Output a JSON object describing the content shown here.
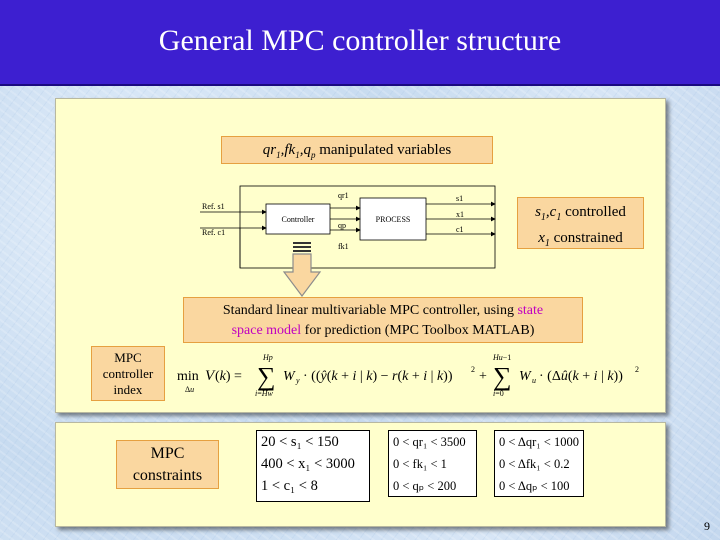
{
  "slide": {
    "title": "General MPC controller structure",
    "page_number": "9"
  },
  "boxes": {
    "manipulated": {
      "text": " manipulated variables"
    },
    "controlled": {
      "line1": " controlled",
      "line2": " constrained"
    },
    "standard": {
      "before": "Standard linear multivariable MPC controller, using ",
      "highlight1": "state",
      "highlight2": "space model",
      "after": " for prediction (MPC Toolbox MATLAB)"
    },
    "index": {
      "line1": "MPC",
      "line2": "controller",
      "line3": "index"
    },
    "constraints": {
      "line1": "MPC",
      "line2": "constraints"
    }
  },
  "diagram": {
    "controller_label": "Controller",
    "process_label": "PROCESS",
    "ref_s1": "Ref. s1",
    "ref_c1": "Ref. c1",
    "sig_qr1": "qr1",
    "sig_qp": "qp",
    "sig_fk1": "fk1",
    "out_s1": "s1",
    "out_x1": "x1",
    "out_c1": "c1"
  },
  "constraints_tables": {
    "t1": [
      "20 < s₁ < 150",
      "400 < x₁ < 3000",
      "1 < c₁ < 8"
    ],
    "t2": [
      "0 < qr₁ < 3500",
      "0 < fk₁ < 1",
      "0 < qₚ < 200"
    ],
    "t3": [
      "0 < Δqr₁ < 1000",
      "0 < Δfk₁ < 0.2",
      "0 < Δqₚ < 100"
    ]
  },
  "colors": {
    "title_bar": "#3d1fd0",
    "panel": "#ffffcc",
    "label_box": "#fad7a0",
    "highlight": "#c000c0"
  }
}
